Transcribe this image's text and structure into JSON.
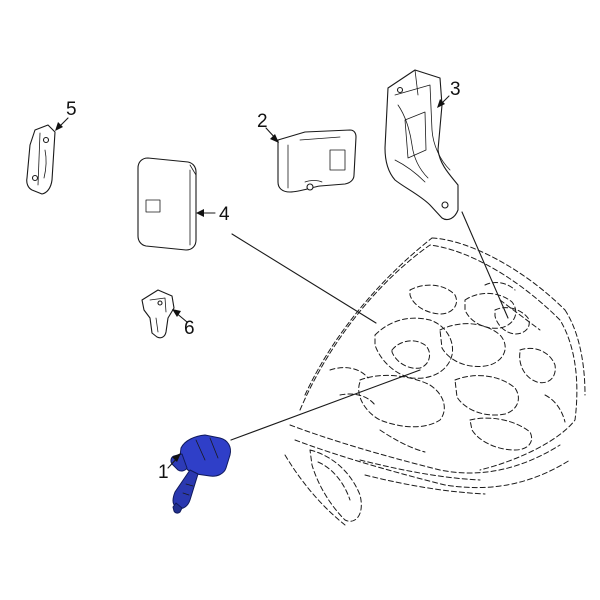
{
  "callouts": [
    {
      "id": "1",
      "label": "1"
    },
    {
      "id": "2",
      "label": "2"
    },
    {
      "id": "3",
      "label": "3"
    },
    {
      "id": "4",
      "label": "4"
    },
    {
      "id": "5",
      "label": "5"
    },
    {
      "id": "6",
      "label": "6"
    }
  ],
  "colors": {
    "highlight": "#2f3fc8",
    "highlight_dark": "#101a5c",
    "line": "#1a1a1a",
    "background": "#ffffff"
  }
}
